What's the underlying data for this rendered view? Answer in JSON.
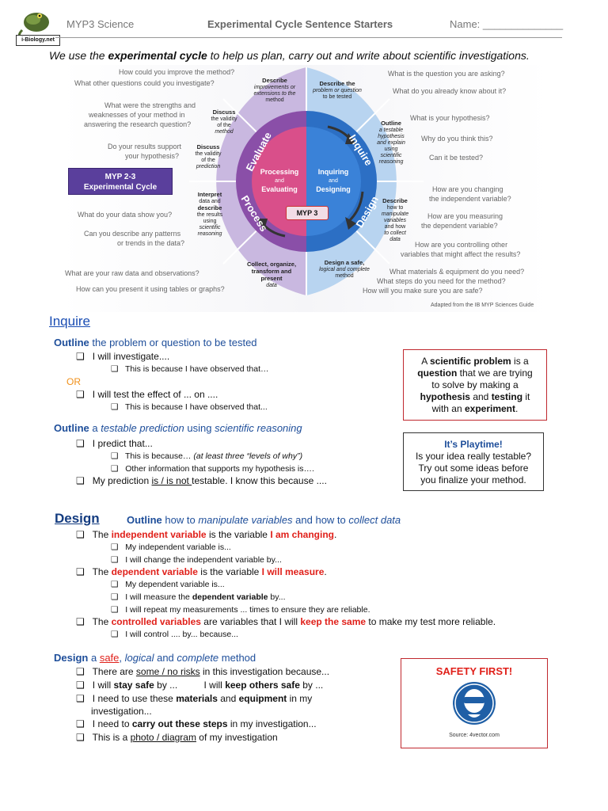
{
  "header": {
    "logo_text": "i-Biology.net",
    "course": "MYP3 Science",
    "title": "Experimental Cycle Sentence Starters",
    "name_label": "Name: ______________"
  },
  "intro": {
    "pre": "We use the ",
    "bold": "experimental cycle",
    "post": " to help us plan, carry out and write about scientific investigations."
  },
  "diagram": {
    "badge_line1": "MYP 2-3",
    "badge_line2": "Experimental Cycle",
    "center_left_1": "Processing",
    "center_left_2": "and",
    "center_left_3": "Evaluating",
    "center_right_1": "Inquiring",
    "center_right_2": "and",
    "center_right_3": "Designing",
    "center_badge": "MYP 3",
    "ring_evaluate": "Evaluate",
    "ring_inquire": "Inquire",
    "ring_process": "Process",
    "ring_design": "Design",
    "credit": "Adapted from the IB MYP Sciences Guide",
    "seg_describe_improve_1": "Describe",
    "seg_describe_improve_2": "improvements or",
    "seg_describe_improve_3": "extensions to the",
    "seg_describe_improve_4": "method",
    "seg_describe_problem_1": "Describe the",
    "seg_describe_problem_2": "problem or question",
    "seg_describe_problem_3": "to be tested",
    "seg_discuss_method_1": "Discuss",
    "seg_discuss_method_2": "the validity",
    "seg_discuss_method_3": "of the",
    "seg_discuss_method_4": "method",
    "seg_discuss_pred_1": "Discuss",
    "seg_discuss_pred_2": "the validity",
    "seg_discuss_pred_3": "of the",
    "seg_discuss_pred_4": "prediction",
    "seg_outline_1": "Outline",
    "seg_outline_2": "a testable",
    "seg_outline_3": "hypothesis",
    "seg_outline_4": "and explain",
    "seg_outline_5": "using",
    "seg_outline_6": "scientific",
    "seg_outline_7": "reasoning",
    "seg_interpret_1": "Interpret",
    "seg_interpret_2": "data and",
    "seg_interpret_3": "describe",
    "seg_interpret_4": "the results",
    "seg_interpret_5": "using",
    "seg_interpret_6": "scientific",
    "seg_interpret_7": "reasoning",
    "seg_describe_vars_1": "Describe",
    "seg_describe_vars_2": "how to",
    "seg_describe_vars_3": "manipulate",
    "seg_describe_vars_4": "variables",
    "seg_describe_vars_5": "and how",
    "seg_describe_vars_6": "to collect",
    "seg_describe_vars_7": "data",
    "seg_collect_1": "Collect, organize,",
    "seg_collect_2": "transform and present",
    "seg_collect_3": "data",
    "seg_design_1": "Design a safe,",
    "seg_design_2": "logical and complete",
    "seg_design_3": "method",
    "q_left": [
      "How could you improve the method?",
      "What other questions could you investigate?",
      "What were the strengths and",
      "weaknesses of your method in",
      "answering the research question?",
      "Do your results support",
      "your hypothesis?",
      "What do your data show you?",
      "Can you describe any patterns",
      "or trends in the data?",
      "What are your raw data and observations?",
      "How can you present it using tables or graphs?"
    ],
    "q_right": [
      "What is the question you are asking?",
      "What do you already know about it?",
      "What is your hypothesis?",
      "Why do you think this?",
      "Can it be tested?",
      "How are you changing",
      "the independent variable?",
      "How are you measuring",
      "the dependent variable?",
      "How are you controlling other",
      "variables that might affect the results?",
      "What materials & equipment do you need?",
      "What steps do you need for the method?",
      "How will you make sure you are safe?"
    ]
  },
  "inquire": {
    "heading": "Inquire",
    "outline1_bold": "Outline",
    "outline1_rest": " the problem or question to be tested",
    "l1": "I will investigate....",
    "l1a": "This is because I have observed that…",
    "or": "OR",
    "l2": "I will test the effect of ... on ....",
    "l2a": "This is because I have observed that...",
    "outline2_bold": "Outline",
    "outline2_a": " a ",
    "outline2_i1": "testable prediction",
    "outline2_b": " using ",
    "outline2_i2": "scientific reasoning",
    "l3": "I predict that...",
    "l3a_pre": "This is because… ",
    "l3a_i": "(at least three “levels of why”)",
    "l3b": "Other information that supports my hypothesis is….",
    "l4_pre": "My prediction ",
    "l4_u": "is / is not ",
    "l4_post": "testable. I know this because ....",
    "box1_a": "A ",
    "box1_b": "scientific problem",
    "box1_c": " is a",
    "box1_d": "question",
    "box1_e": " that we are trying",
    "box1_f": "to solve by making a",
    "box1_g": "hypothesis",
    "box1_h": " and ",
    "box1_i": "testing",
    "box1_j": " it",
    "box1_k": "with an ",
    "box1_l": "experiment",
    "box1_m": ".",
    "box2_title": "It’s Playtime!",
    "box2_l1": "Is your idea really testable?",
    "box2_l2": "Try out some ideas before",
    "box2_l3": "you finalize your method."
  },
  "design": {
    "heading": "Design",
    "outline_bold": "Outline",
    "outline_a": " how to ",
    "outline_i1": "manipulate variables",
    "outline_b": " and how to ",
    "outline_i2": "collect data",
    "iv_pre": "The ",
    "iv_red": "independent variable",
    "iv_mid": " is the variable ",
    "iv_red2": "I am changing",
    "iv_end": ".",
    "iv1": "My independent variable is...",
    "iv2": "I will change the independent variable by...",
    "dv_pre": "The ",
    "dv_red": "dependent variable",
    "dv_mid": " is the variable ",
    "dv_red2": "I will measure",
    "dv_end": ".",
    "dv1": "My dependent variable is...",
    "dv2_pre": "I will measure the ",
    "dv2_b": "dependent variable",
    "dv2_post": " by...",
    "dv3": "I will repeat my measurements ... times to ensure they are reliable.",
    "cv_pre": "The ",
    "cv_red": "controlled variables",
    "cv_mid": " are variables that I will ",
    "cv_red2": "keep the same",
    "cv_post": " to make my test more reliable.",
    "cv1": "I will control .... by...   because...",
    "method_bold": "Design",
    "method_a": " a ",
    "method_u": "safe",
    "method_b": ", ",
    "method_i1": "logical",
    "method_c": " and ",
    "method_i2": "complete",
    "method_d": " method",
    "m1_pre": "There are ",
    "m1_u": "some / no risks",
    "m1_post": " in this investigation because...",
    "m2_a": "I will ",
    "m2_b": "stay safe",
    "m2_c": " by ...          I will ",
    "m2_d": "keep others safe",
    "m2_e": " by ...",
    "m3_a": "I need to use these ",
    "m3_b": "materials",
    "m3_c": " and ",
    "m3_d": "equipment",
    "m3_e": " in my",
    "m3_f": "investigation...",
    "m4_a": "I need to ",
    "m4_b": "carry out these steps",
    "m4_c": " in my investigation...",
    "m5_a": "This is a ",
    "m5_u": "photo / diagram",
    "m5_b": " of my investigation",
    "safety_title": "SAFETY FIRST!",
    "safety_source": "Source: 4vector.com"
  },
  "checkbox_glyph": "❑"
}
